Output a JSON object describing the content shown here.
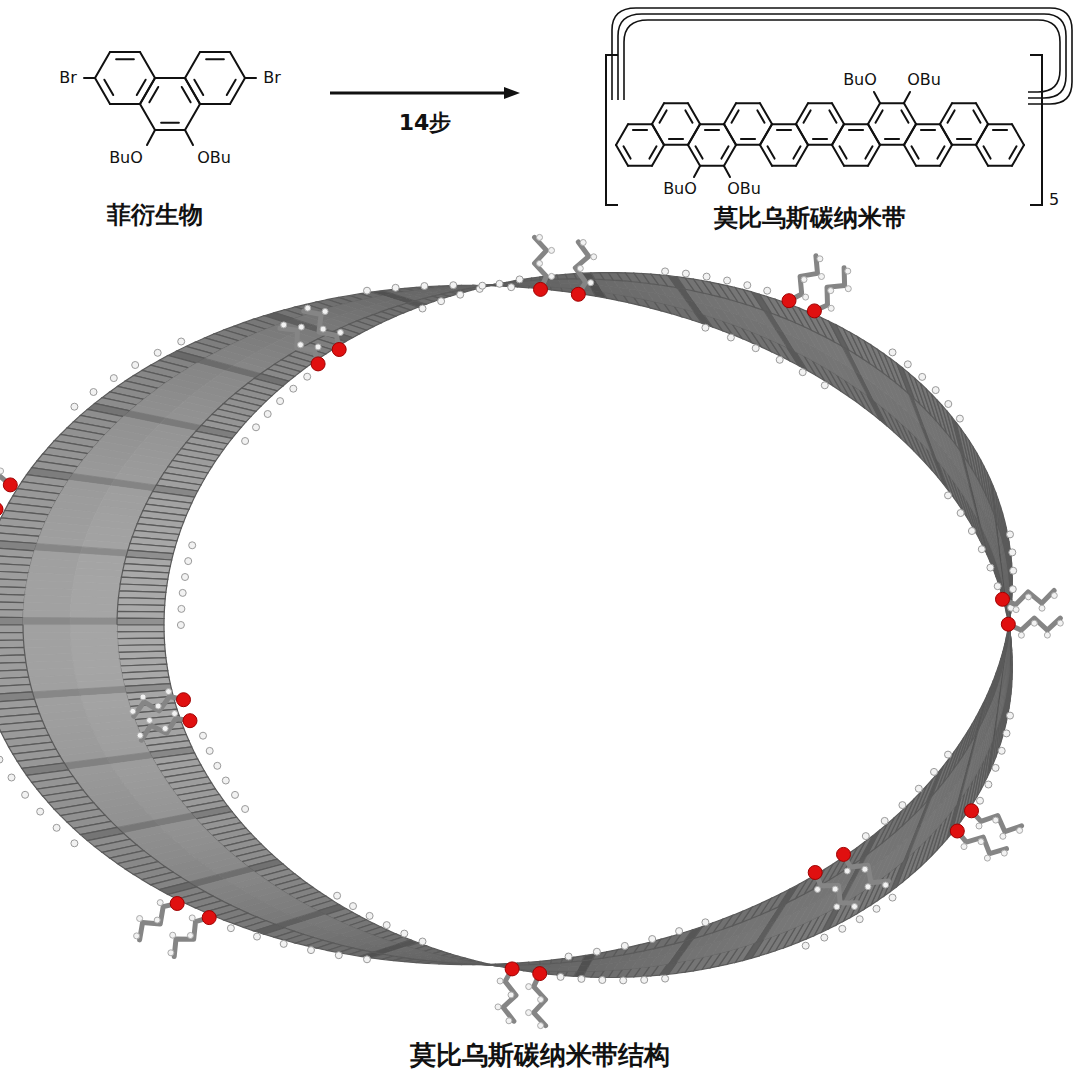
{
  "diagram": {
    "caption": "莫比乌斯碳纳米带结构",
    "nodes": [
      {
        "text": [
          "菲衍生物"
        ]
      },
      {
        "text": [
          "莫比乌斯碳纳米带"
        ]
      }
    ],
    "edges": [
      {
        "from": 0,
        "to": 1,
        "arrow": "to",
        "label": "14步"
      }
    ],
    "labels": [
      "Br",
      "Br",
      "BuO",
      "OBu",
      "BuO",
      "OBu",
      "BuO",
      "OBu",
      "5"
    ]
  }
}
